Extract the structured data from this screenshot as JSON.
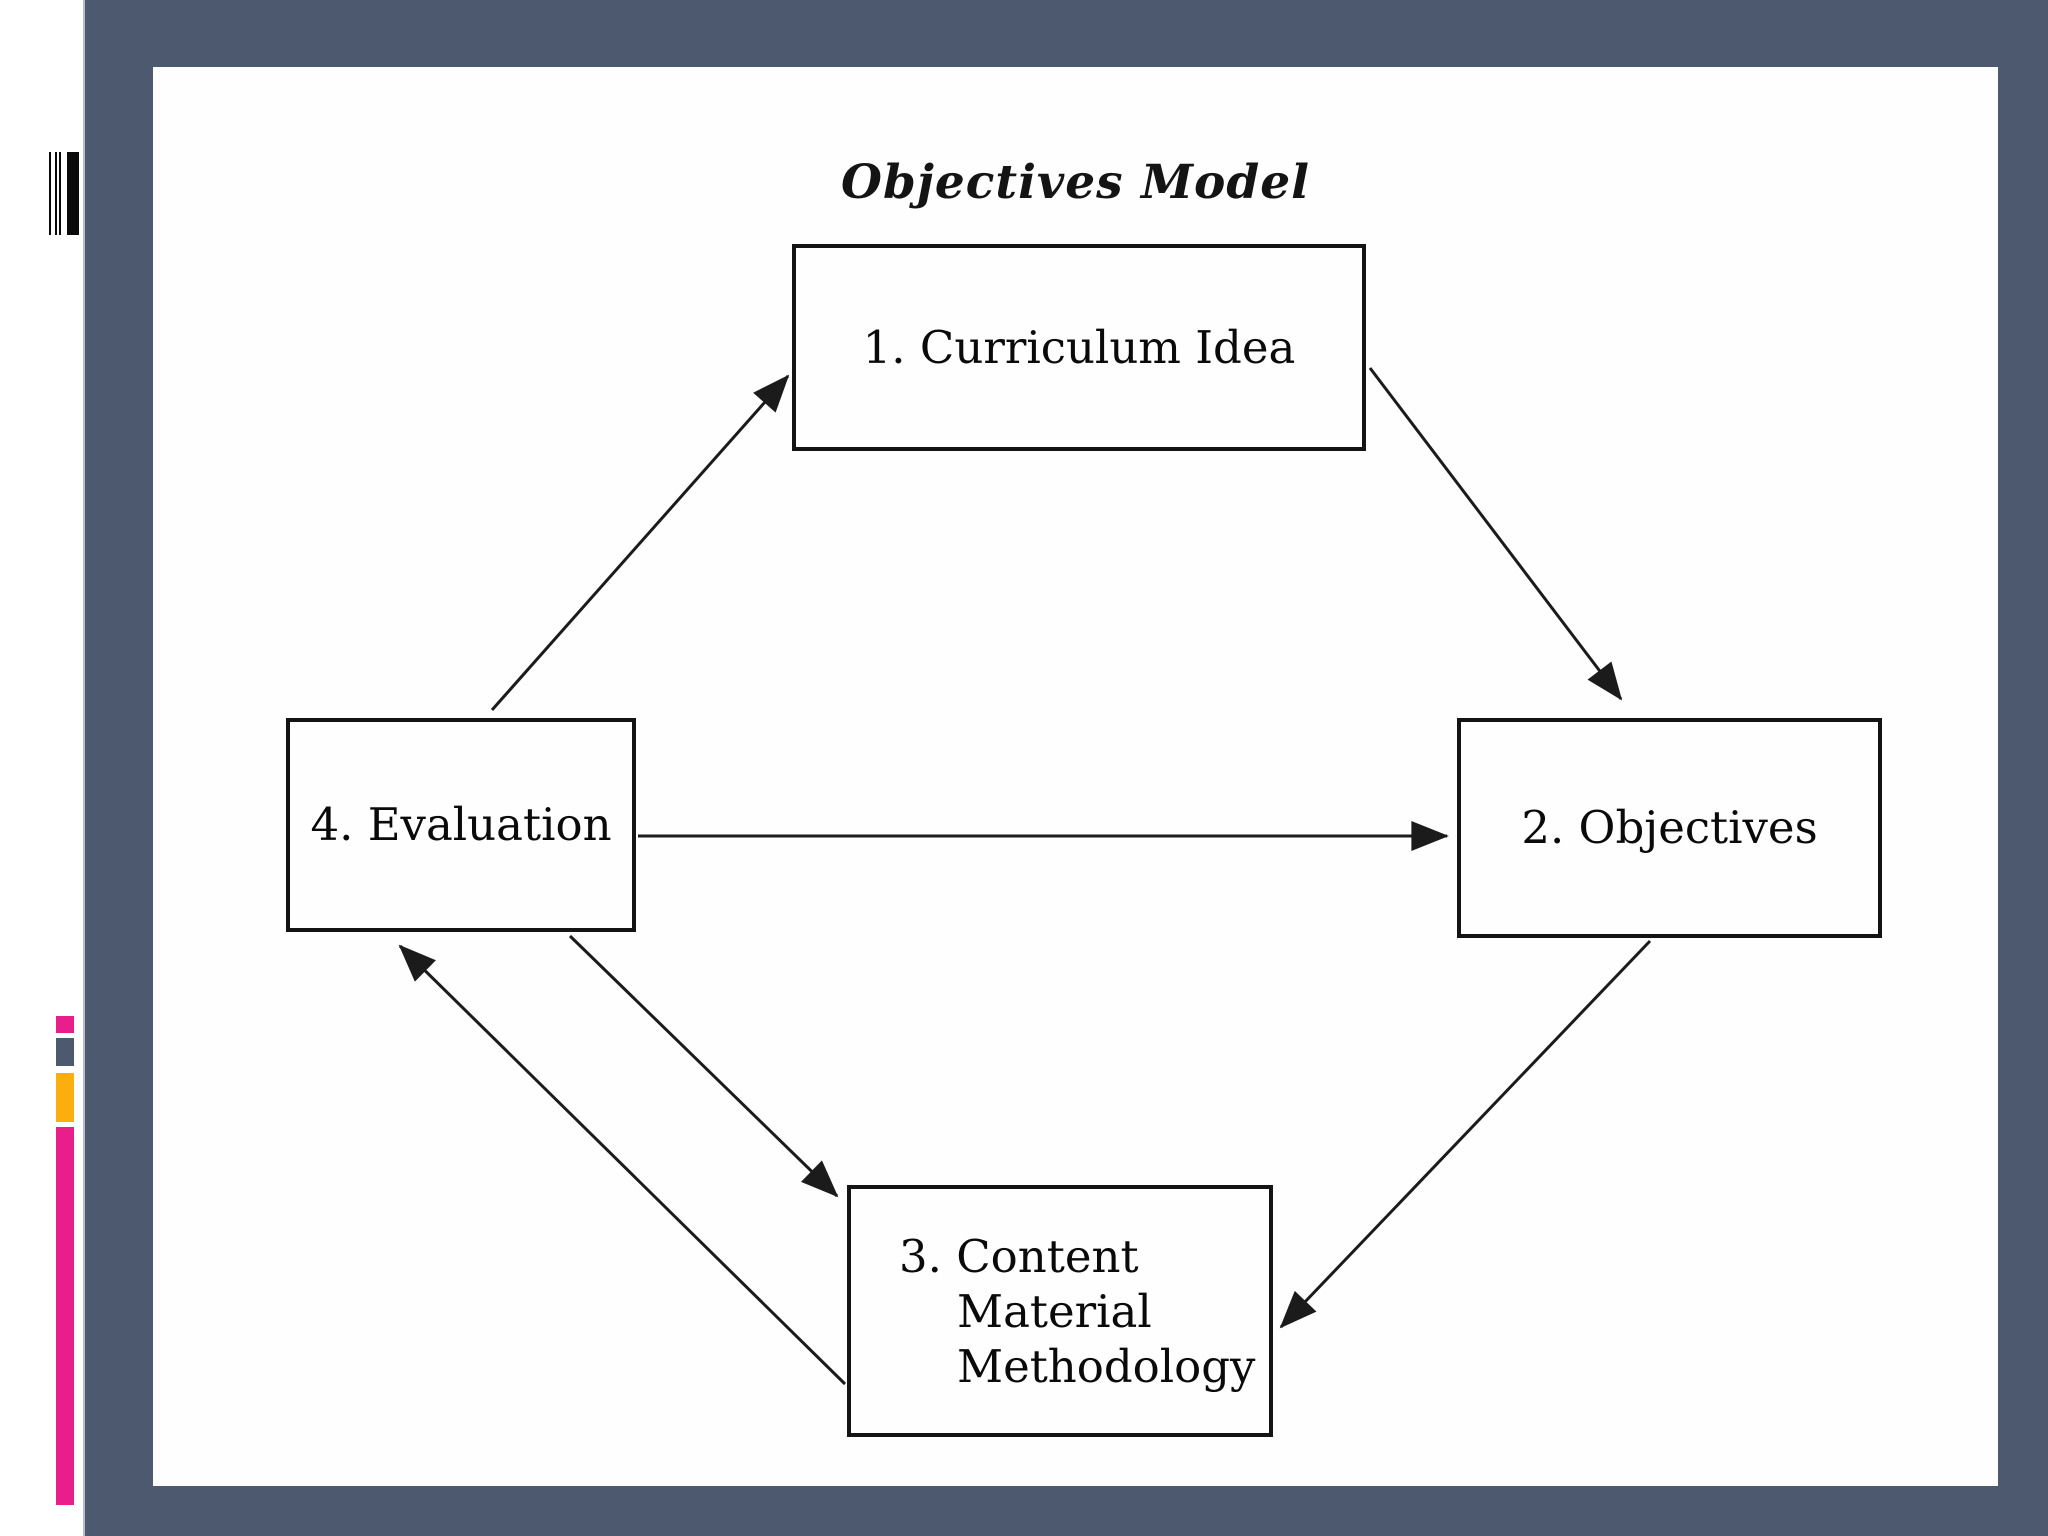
{
  "theme": {
    "frame_color": "#4D596E",
    "slide_color": "#FEFEFE",
    "line_color": "#1B1B1B",
    "accent_pink": "#E81E8C",
    "accent_amber": "#FBAE0E",
    "accent_slate": "#4D596E"
  },
  "slide": {
    "title": "Objectives Model"
  },
  "diagram": {
    "nodes": [
      {
        "id": "1",
        "label": "1. Curriculum Idea"
      },
      {
        "id": "2",
        "label": "2. Objectives"
      },
      {
        "id": "3",
        "lines": [
          "3. Content",
          "Material",
          "Methodology"
        ]
      },
      {
        "id": "4",
        "label": "4. Evaluation"
      }
    ],
    "edges": [
      {
        "from": "4",
        "to": "1"
      },
      {
        "from": "1",
        "to": "2"
      },
      {
        "from": "4",
        "to": "2"
      },
      {
        "from": "2",
        "to": "3"
      },
      {
        "from": "4",
        "to": "3"
      },
      {
        "from": "3",
        "to": "4"
      }
    ]
  }
}
